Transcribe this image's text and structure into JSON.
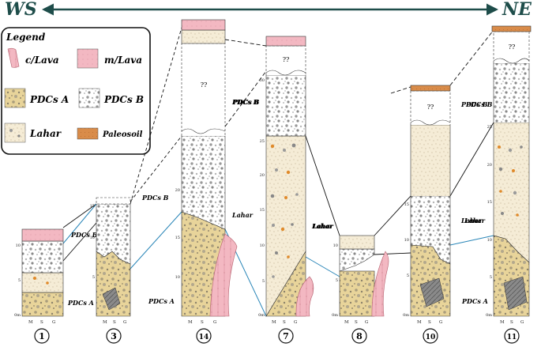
{
  "header": {
    "left_label": "WS",
    "right_label": "NE"
  },
  "legend": {
    "title": "Legend",
    "items": [
      {
        "label": "c/Lava",
        "pattern": "c-lava"
      },
      {
        "label": "m/Lava",
        "pattern": "m-lava"
      },
      {
        "label": "PDCs A",
        "pattern": "pdc-a"
      },
      {
        "label": "PDCs B",
        "pattern": "pdc-b"
      },
      {
        "label": "Lahar",
        "pattern": "lahar"
      },
      {
        "label": "Paleosoil",
        "pattern": "paleosoil"
      }
    ]
  },
  "unknown_marker": "??",
  "grain_axis": [
    "M",
    "S",
    "G"
  ],
  "colors": {
    "pdc_a": "#e8d49a",
    "lahar": "#f5ecd6",
    "lava_pink": "#f3b8c2",
    "paleosoil": "#d98c4a",
    "correlation_blue": "#2a86b8",
    "arrow": "#1e4d4a"
  },
  "columns": [
    {
      "number": "1",
      "ticks": [
        "0m",
        "5",
        "10"
      ],
      "labels": [
        {
          "text": "PDCs B"
        },
        {
          "text": "PDCs A"
        }
      ]
    },
    {
      "number": "3",
      "ticks": [
        "5",
        "10",
        "15"
      ],
      "labels": [
        {
          "text": "PDCs B"
        }
      ]
    },
    {
      "number": "14",
      "ticks": [
        "10",
        "15",
        "20"
      ],
      "labels": [
        {
          "text": "PDCs B"
        },
        {
          "text": "Lahar"
        },
        {
          "text": "PDCs A"
        }
      ]
    },
    {
      "number": "7",
      "ticks": [
        "0m",
        "5",
        "10",
        "15",
        "20",
        "25",
        "30"
      ],
      "labels": [
        {
          "text": "PDCs B"
        },
        {
          "text": "Lahar"
        }
      ]
    },
    {
      "number": "8",
      "ticks": [
        "0m",
        "5",
        "10"
      ],
      "labels": [
        {
          "text": "Lahar"
        }
      ]
    },
    {
      "number": "10",
      "ticks": [
        "0m",
        "5",
        "10",
        "15"
      ],
      "labels": [
        {
          "text": "PDCs B"
        },
        {
          "text": "Lahar"
        }
      ]
    },
    {
      "number": "11",
      "ticks": [
        "0m",
        "5",
        "10",
        "15",
        "20",
        "25"
      ],
      "labels": [
        {
          "text": "PDCs B"
        },
        {
          "text": "Lahar"
        },
        {
          "text": "PDCs A"
        }
      ]
    }
  ]
}
